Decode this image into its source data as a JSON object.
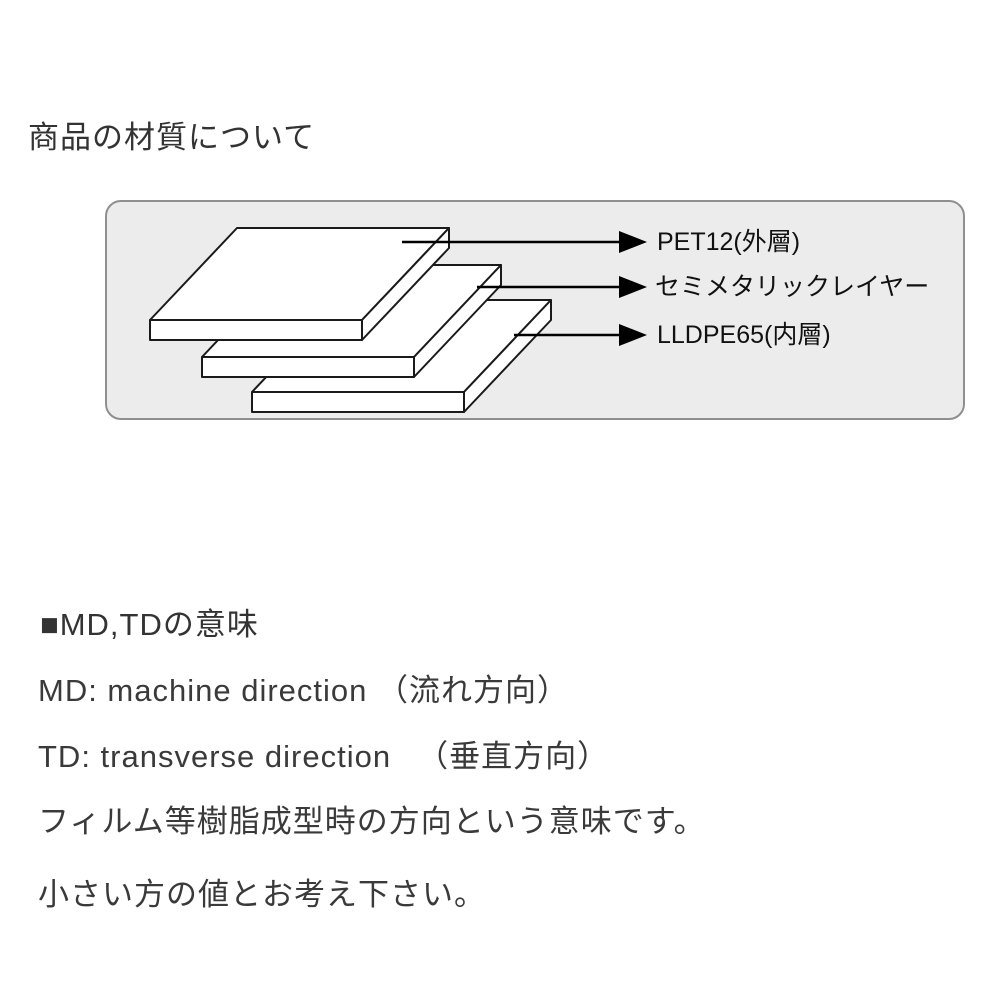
{
  "page": {
    "title": "商品の材質について"
  },
  "diagram": {
    "description": "material-layer-stack",
    "layers": [
      {
        "label": "PET12(外層)"
      },
      {
        "label": "セミメタリックレイヤー"
      },
      {
        "label": "LLDPE65(内層)"
      }
    ]
  },
  "notes": {
    "heading": "■MD,TDの意味",
    "lines": [
      "MD: machine direction （流れ方向）",
      "TD: transverse direction 　（垂直方向）",
      "フィルム等樹脂成型時の方向という意味です。",
      "小さい方の値とお考え下さい。"
    ]
  },
  "colors": {
    "box_fill": "#ececec",
    "box_border": "#8f8f8f",
    "text": "#3a3a3a",
    "diagram_line": "#000000"
  }
}
